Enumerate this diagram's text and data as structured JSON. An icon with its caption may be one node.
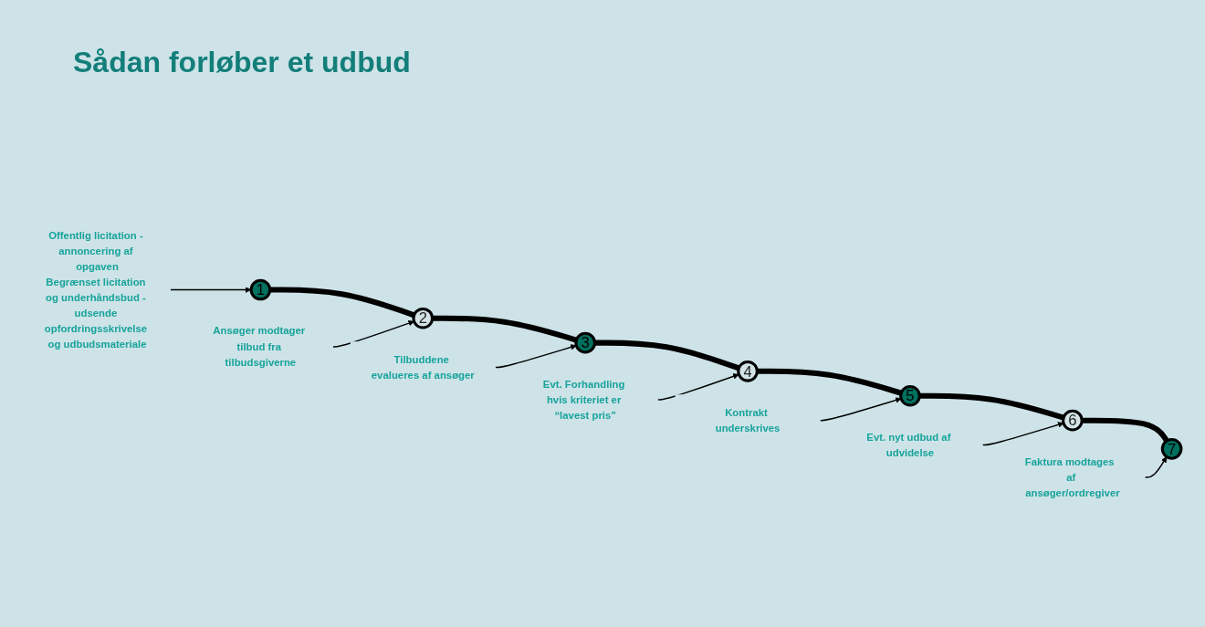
{
  "diagram": {
    "title": "Sådan forløber et udbud",
    "nodes": [
      {
        "text": [
          "1"
        ]
      },
      {
        "text": [
          "2"
        ]
      },
      {
        "text": [
          "3"
        ]
      },
      {
        "text": [
          "4"
        ]
      },
      {
        "text": [
          "5"
        ]
      },
      {
        "text": [
          "6"
        ]
      },
      {
        "text": [
          "7"
        ]
      },
      {
        "text": [
          "Offentlig licitation - annoncering af opgaven",
          "Begrænset licitation og underhåndsbud - udsende opfordringsskrivelse og udbudsmateriale"
        ]
      },
      {
        "text": [
          "Ansøger modtager tilbud fra tilbudsgiverne"
        ]
      },
      {
        "text": [
          "Tilbuddene evalueres af ansøger"
        ]
      },
      {
        "text": [
          "Evt. Forhandling hvis kriteriet er “lavest pris”"
        ]
      },
      {
        "text": [
          "Kontrakt underskrives"
        ]
      },
      {
        "text": [
          "Evt. nyt udbud af udvidelse"
        ]
      },
      {
        "text": [
          "Faktura modtages  af ansøger/ordregiver"
        ]
      }
    ],
    "edges": [
      {
        "from": 0,
        "to": 1,
        "arrow": "none",
        "style": "thick"
      },
      {
        "from": 1,
        "to": 2,
        "arrow": "none",
        "style": "thick"
      },
      {
        "from": 2,
        "to": 3,
        "arrow": "none",
        "style": "thick"
      },
      {
        "from": 3,
        "to": 4,
        "arrow": "none",
        "style": "thick"
      },
      {
        "from": 4,
        "to": 5,
        "arrow": "none",
        "style": "thick"
      },
      {
        "from": 5,
        "to": 6,
        "arrow": "none",
        "style": "thick"
      },
      {
        "from": 7,
        "to": 0,
        "arrow": "to"
      },
      {
        "from": 8,
        "to": 1,
        "arrow": "to"
      },
      {
        "from": 9,
        "to": 2,
        "arrow": "to"
      },
      {
        "from": 10,
        "to": 3,
        "arrow": "to"
      },
      {
        "from": 11,
        "to": 4,
        "arrow": "to"
      },
      {
        "from": 12,
        "to": 5,
        "arrow": "to"
      },
      {
        "from": 13,
        "to": 6,
        "arrow": "to"
      }
    ]
  }
}
